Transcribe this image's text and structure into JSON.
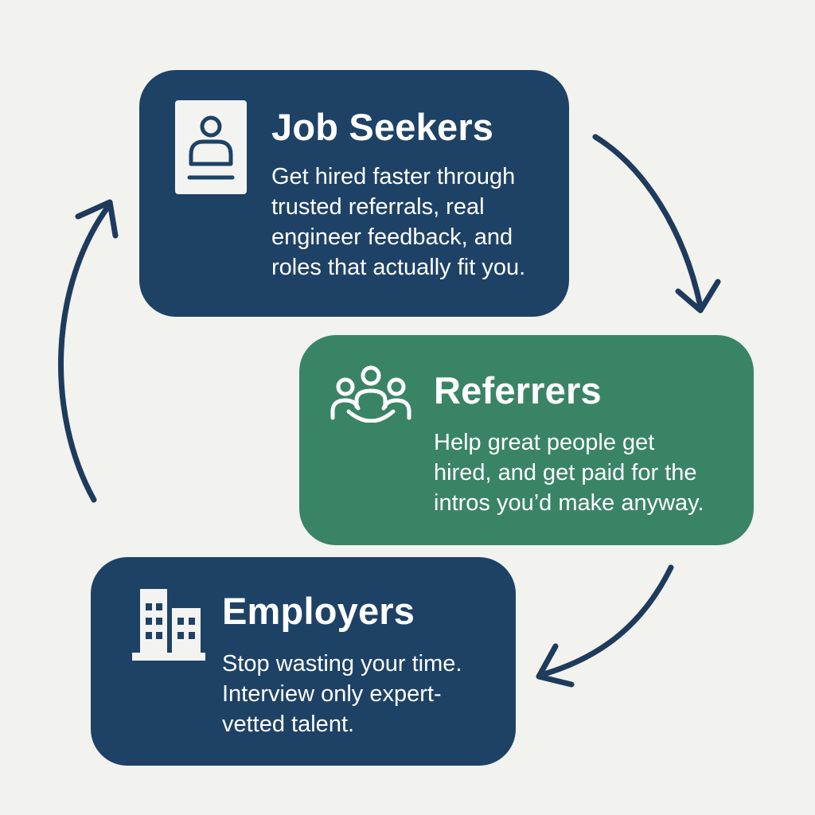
{
  "diagram": {
    "nodes": [
      {
        "id": "job-seekers",
        "title": "Job Seekers",
        "icon": "resume-id-card-icon",
        "description_lines": [
          "Get hired faster through",
          "trusted referrals, real",
          "engineer feedback, and",
          "roles that actually fit you."
        ],
        "color": "#1e4266"
      },
      {
        "id": "referrers",
        "title": "Referrers",
        "icon": "people-group-icon",
        "description_lines": [
          "Help great people get",
          "hired, and get paid for the",
          "intros you’d make anyway."
        ],
        "color": "#3a8466"
      },
      {
        "id": "employers",
        "title": "Employers",
        "icon": "office-buildings-icon",
        "description_lines": [
          "Stop wasting your time.",
          "Interview only expert-",
          "vetted talent."
        ],
        "color": "#1e4266"
      }
    ],
    "edges": [
      {
        "from": "job-seekers",
        "to": "referrers"
      },
      {
        "from": "referrers",
        "to": "employers"
      },
      {
        "from": "employers",
        "to": "job-seekers"
      }
    ],
    "arrow_color": "#1e3a5c",
    "background": "#f2f2ee"
  }
}
